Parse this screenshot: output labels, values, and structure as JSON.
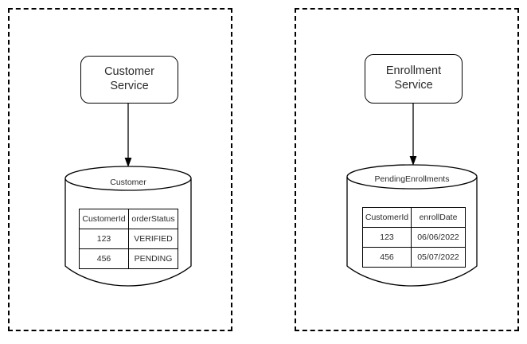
{
  "diagram": {
    "type": "architecture-diagram",
    "background": "#ffffff",
    "stroke_color": "#000000",
    "text_color": "#2b2b2b",
    "panels": [
      {
        "id": "left",
        "border_style": "dashed",
        "service": {
          "name": "customer-service",
          "label": "Customer\nService",
          "shape": "rounded-rectangle"
        },
        "arrow": {
          "name": "customer-service-to-customer-db",
          "direction": "down",
          "head": "filled-triangle"
        },
        "database": {
          "name": "customer-database",
          "label": "Customer",
          "shape": "cylinder",
          "table": {
            "headers": [
              "CustomerId",
              "orderStatus"
            ],
            "rows": [
              [
                "123",
                "VERIFIED"
              ],
              [
                "456",
                "PENDING"
              ]
            ]
          }
        }
      },
      {
        "id": "right",
        "border_style": "dashed",
        "service": {
          "name": "enrollment-service",
          "label": "Enrollment\nService",
          "shape": "rounded-rectangle"
        },
        "arrow": {
          "name": "enrollment-service-to-pending-enrollments-db",
          "direction": "down",
          "head": "filled-triangle"
        },
        "database": {
          "name": "pending-enrollments-database",
          "label": "PendingEnrollments",
          "shape": "cylinder",
          "table": {
            "headers": [
              "CustomerId",
              "enrollDate"
            ],
            "rows": [
              [
                "123",
                "06/06/2022"
              ],
              [
                "456",
                "05/07/2022"
              ]
            ]
          }
        }
      }
    ]
  }
}
